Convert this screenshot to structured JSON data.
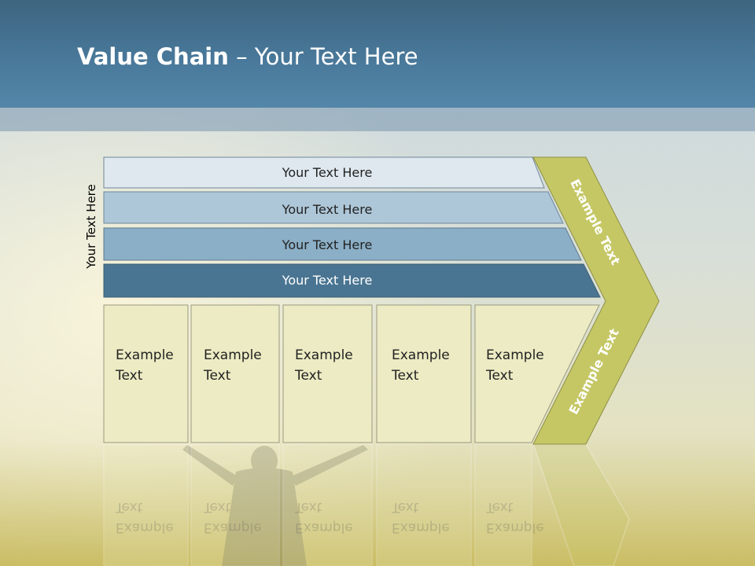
{
  "title": {
    "bold": "Value Chain",
    "rest": " – Your Text Here"
  },
  "side_label": "Your Text Here",
  "bars": [
    {
      "label": "Your Text Here"
    },
    {
      "label": "Your Text Here"
    },
    {
      "label": "Your Text Here"
    },
    {
      "label": "Your Text Here"
    }
  ],
  "boxes": [
    {
      "line1": "Example",
      "line2": "Text"
    },
    {
      "line1": "Example",
      "line2": "Text"
    },
    {
      "line1": "Example",
      "line2": "Text"
    },
    {
      "line1": "Example",
      "line2": "Text"
    },
    {
      "line1": "Example",
      "line2": "Text"
    }
  ],
  "chevron": {
    "top_label": "Example Text",
    "bottom_label": "Example Text"
  },
  "colors": {
    "bar1": "#dfe8ef",
    "bar2": "#adc6d8",
    "bar3": "#8bafc6",
    "bar4": "#4a7592",
    "box": "#ecebc3",
    "chevron": "#c5c765"
  }
}
